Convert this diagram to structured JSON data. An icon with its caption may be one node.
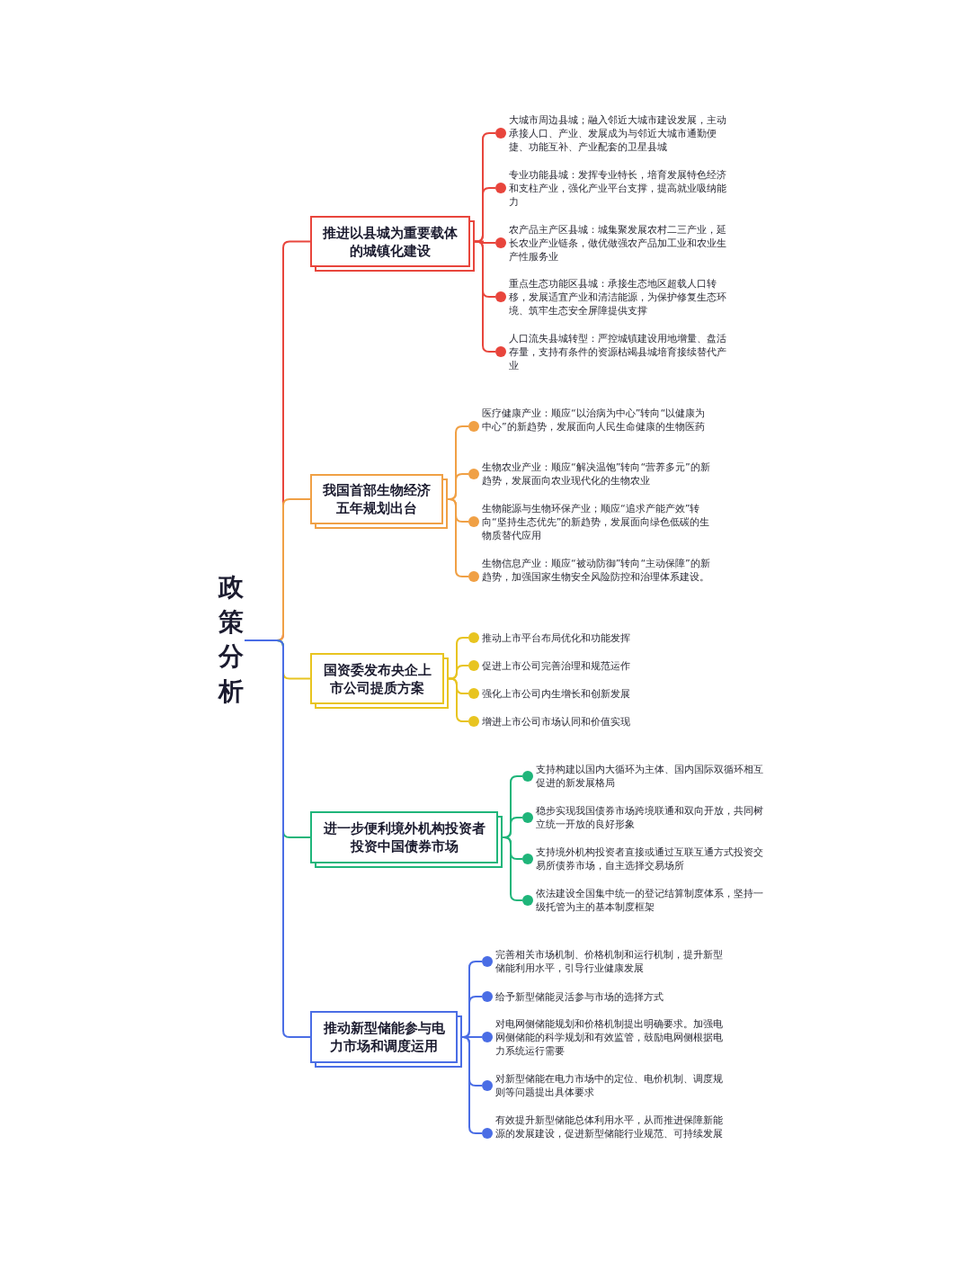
{
  "diagram": {
    "nodes": [
      {
        "text": [
          "政策分析"
        ]
      },
      {
        "text": [
          "推进以县城为重要载体的城镇化建设"
        ]
      },
      {
        "text": [
          "大城市周边县城；融入邻近大城市建设发展，主动承接人口、产业、发展成为与邻近大城市通勤便捷、功能互补、产业配套的卫星县城"
        ]
      },
      {
        "text": [
          "专业功能县城：发挥专业特长，培育发展特色经济和支柱产业，强化产业平台支撑，提高就业吸纳能力"
        ]
      },
      {
        "text": [
          "农产品主产区县城：城集聚发展农村二三产业，延长农业产业链条，做优做强农产品加工业和农业生产性服务业"
        ]
      },
      {
        "text": [
          "重点生态功能区县城：承接生态地区超载人口转移，发展适宜产业和清洁能源，为保护修复生态环境、筑牢生态安全屏障提供支撑"
        ]
      },
      {
        "text": [
          "人口流失县城转型：严控城镇建设用地增量、盘活存量，支持有条件的资源枯竭县城培育接续替代产业"
        ]
      },
      {
        "text": [
          "我国首部生物经济五年规划出台"
        ]
      },
      {
        "text": [
          "医疗健康产业：顺应“以治病为中心”转向“以健康为中心”的新趋势，发展面向人民生命健康的生物医药"
        ]
      },
      {
        "text": [
          "生物农业产业：顺应“解决温饱”转向“营养多元”的新趋势，发展面向农业现代化的生物农业"
        ]
      },
      {
        "text": [
          "生物能源与生物环保产业；顺应“追求产能产效”转向“坚持生态优先”的新趋势，发展面向绿色低碳的生物质替代应用"
        ]
      },
      {
        "text": [
          "生物信息产业：顺应“被动防御”转向“主动保障”的新趋势，加强国家生物安全风险防控和治理体系建设。"
        ]
      },
      {
        "text": [
          "国资委发布央企上市公司提质方案"
        ]
      },
      {
        "text": [
          "推动上市平台布局优化和功能发挥"
        ]
      },
      {
        "text": [
          "促进上市公司完善治理和规范运作"
        ]
      },
      {
        "text": [
          "强化上市公司内生增长和创新发展"
        ]
      },
      {
        "text": [
          "增进上市公司市场认同和价值实现"
        ]
      },
      {
        "text": [
          "进一步便利境外机构投资者投资中国债券市场"
        ]
      },
      {
        "text": [
          "支持构建以国内大循环为主体、国内国际双循环相互促进的新发展格局"
        ]
      },
      {
        "text": [
          "稳步实现我国债券市场跨境联通和双向开放，共同树立统一开放的良好形象"
        ]
      },
      {
        "text": [
          "支持境外机构投资者直接或通过互联互通方式投资交易所债券市场，自主选择交易场所"
        ]
      },
      {
        "text": [
          "依法建设全国集中统一的登记结算制度体系，坚持一级托管为主的基本制度框架"
        ]
      },
      {
        "text": [
          "推动新型储能参与电力市场和调度运用"
        ]
      },
      {
        "text": [
          "完善相关市场机制、价格机制和运行机制，提升新型储能利用水平，引导行业健康发展"
        ]
      },
      {
        "text": [
          "给予新型储能灵活参与市场的选择方式"
        ]
      },
      {
        "text": [
          "对电网侧储能规划和价格机制提出明确要求。加强电网侧储能的科学规划和有效监管，鼓励电网侧根据电力系统运行需要"
        ]
      },
      {
        "text": [
          "对新型储能在电力市场中的定位、电价机制、调度规则等问题提出具体要求"
        ]
      },
      {
        "text": [
          "有效提升新型储能总体利用水平，从而推进保障新能源的发展建设，促进新型储能行业规范、可持续发展"
        ]
      }
    ],
    "edges": [
      {
        "from": 0,
        "to": 1,
        "arrow": "none",
        "color": "#e8453c"
      },
      {
        "from": 0,
        "to": 7,
        "arrow": "none",
        "color": "#f0a045"
      },
      {
        "from": 0,
        "to": 12,
        "arrow": "none",
        "color": "#e8c420"
      },
      {
        "from": 0,
        "to": 17,
        "arrow": "none",
        "color": "#1fb57a"
      },
      {
        "from": 0,
        "to": 22,
        "arrow": "none",
        "color": "#4a6de5"
      },
      {
        "from": 1,
        "to": 2,
        "arrow": "none",
        "color": "#e8453c"
      },
      {
        "from": 1,
        "to": 3,
        "arrow": "none",
        "color": "#e8453c"
      },
      {
        "from": 1,
        "to": 4,
        "arrow": "none",
        "color": "#e8453c"
      },
      {
        "from": 1,
        "to": 5,
        "arrow": "none",
        "color": "#e8453c"
      },
      {
        "from": 1,
        "to": 6,
        "arrow": "none",
        "color": "#e8453c"
      },
      {
        "from": 7,
        "to": 8,
        "arrow": "none",
        "color": "#f0a045"
      },
      {
        "from": 7,
        "to": 9,
        "arrow": "none",
        "color": "#f0a045"
      },
      {
        "from": 7,
        "to": 10,
        "arrow": "none",
        "color": "#f0a045"
      },
      {
        "from": 7,
        "to": 11,
        "arrow": "none",
        "color": "#f0a045"
      },
      {
        "from": 12,
        "to": 13,
        "arrow": "none",
        "color": "#e8c420"
      },
      {
        "from": 12,
        "to": 14,
        "arrow": "none",
        "color": "#e8c420"
      },
      {
        "from": 12,
        "to": 15,
        "arrow": "none",
        "color": "#e8c420"
      },
      {
        "from": 12,
        "to": 16,
        "arrow": "none",
        "color": "#e8c420"
      },
      {
        "from": 17,
        "to": 18,
        "arrow": "none",
        "color": "#1fb57a"
      },
      {
        "from": 17,
        "to": 19,
        "arrow": "none",
        "color": "#1fb57a"
      },
      {
        "from": 17,
        "to": 20,
        "arrow": "none",
        "color": "#1fb57a"
      },
      {
        "from": 17,
        "to": 21,
        "arrow": "none",
        "color": "#1fb57a"
      },
      {
        "from": 22,
        "to": 23,
        "arrow": "none",
        "color": "#4a6de5"
      },
      {
        "from": 22,
        "to": 24,
        "arrow": "none",
        "color": "#4a6de5"
      },
      {
        "from": 22,
        "to": 25,
        "arrow": "none",
        "color": "#4a6de5"
      },
      {
        "from": 22,
        "to": 26,
        "arrow": "none",
        "color": "#4a6de5"
      },
      {
        "from": 22,
        "to": 27,
        "arrow": "none",
        "color": "#4a6de5"
      }
    ]
  }
}
